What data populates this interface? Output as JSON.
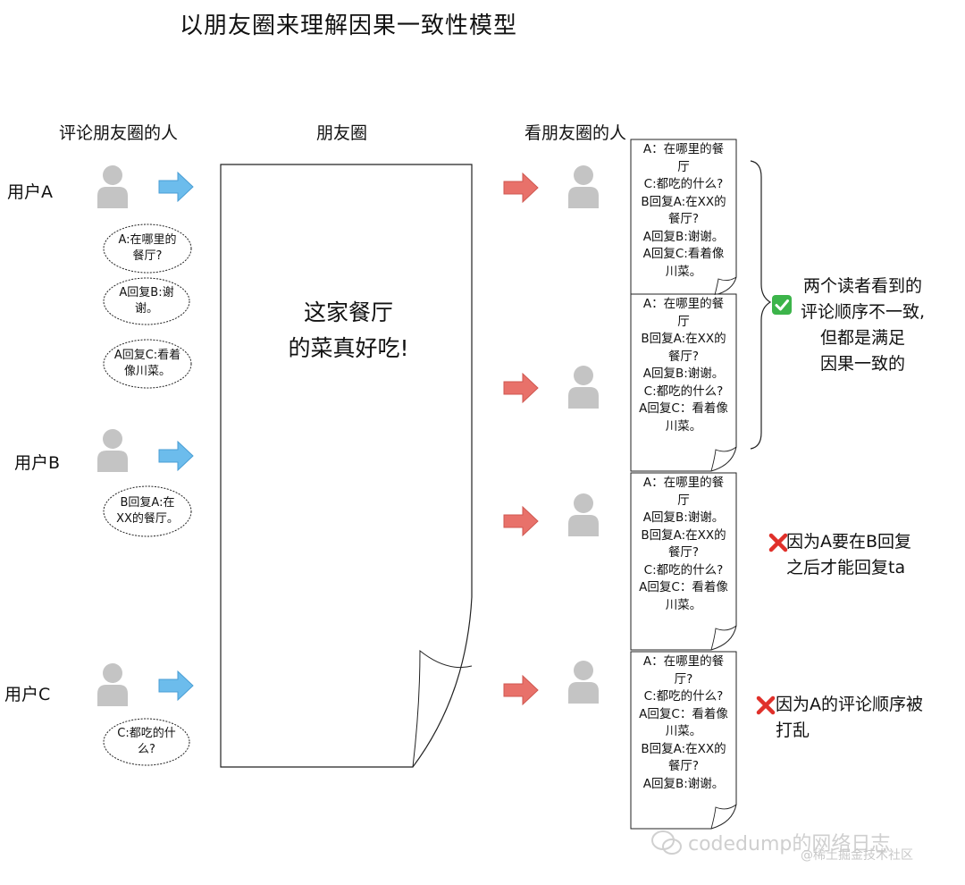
{
  "title": "以朋友圈来理解因果一致性模型",
  "headers": {
    "commenters": "评论朋友圈的人",
    "moments": "朋友圈",
    "viewers": "看朋友圈的人"
  },
  "users": [
    {
      "label": "用户A",
      "bubbles": [
        "A:在哪里的\n餐厅?",
        "A回复B:谢\n谢。",
        "A回复C:看着\n像川菜。"
      ]
    },
    {
      "label": "用户B",
      "bubbles": [
        "B回复A:在\nXX的餐厅。"
      ]
    },
    {
      "label": "用户C",
      "bubbles": [
        "C:都吃的什\n么?"
      ]
    }
  ],
  "post": {
    "text": "这家餐厅\n的菜真好吃!"
  },
  "viewer_threads": [
    {
      "lines": [
        "A：在哪里的餐",
        "厅",
        "C:都吃的什么?",
        "B回复A:在XX的",
        "餐厅?",
        "A回复B:谢谢。",
        "A回复C:看着像",
        "川菜。"
      ]
    },
    {
      "lines": [
        "A：在哪里的餐",
        "厅",
        "B回复A:在XX的",
        "餐厅?",
        "A回复B:谢谢。",
        "C:都吃的什么?",
        "A回复C：看着像",
        "川菜。"
      ]
    },
    {
      "lines": [
        "A：在哪里的餐",
        "厅",
        "A回复B:谢谢。",
        "B回复A:在XX的",
        "餐厅?",
        "C:都吃的什么?",
        "A回复C：看着像",
        "川菜。"
      ]
    },
    {
      "lines": [
        "A：在哪里的餐",
        "厅?",
        "C:都吃的什么?",
        "A回复C：看着像",
        "川菜。",
        "B回复A:在XX的",
        "餐厅?",
        "A回复B:谢谢。"
      ]
    }
  ],
  "notes": {
    "consistent": {
      "icon": "check-mark-icon",
      "text": "两个读者看到的\n评论顺序不一致,\n但都是满足\n因果一致的"
    },
    "violation_1": {
      "icon": "cross-mark-icon",
      "text": "因为A要在B回复\n之后才能回复ta"
    },
    "violation_2": {
      "icon": "cross-mark-icon",
      "text": "因为A的评论顺序被\n打乱"
    }
  },
  "watermark": {
    "main": "codedump的网络日志",
    "sub": "@稀土掘金技术社区"
  },
  "colors": {
    "arrow_blue": "#6cbcec",
    "arrow_red": "#e8716a",
    "person_gray": "#c4c4c4",
    "check_green": "#3cb44a",
    "cross_red": "#e0302a"
  }
}
